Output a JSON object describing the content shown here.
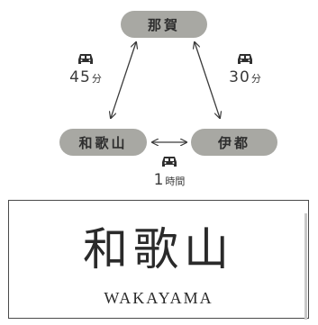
{
  "diagram": {
    "nodes": {
      "top": "那賀",
      "left": "和歌山",
      "right": "伊都"
    },
    "routes": {
      "left": {
        "icon": "car-icon",
        "value": "45",
        "unit": "分"
      },
      "right": {
        "icon": "car-icon",
        "value": "30",
        "unit": "分"
      },
      "bottom": {
        "icon": "car-icon",
        "value": "1",
        "unit": "時間"
      }
    },
    "colors": {
      "node_bg": "#a8a8a3",
      "text": "#3a3a3a"
    }
  },
  "card": {
    "title": "和歌山",
    "subtitle": "WAKAYAMA"
  }
}
